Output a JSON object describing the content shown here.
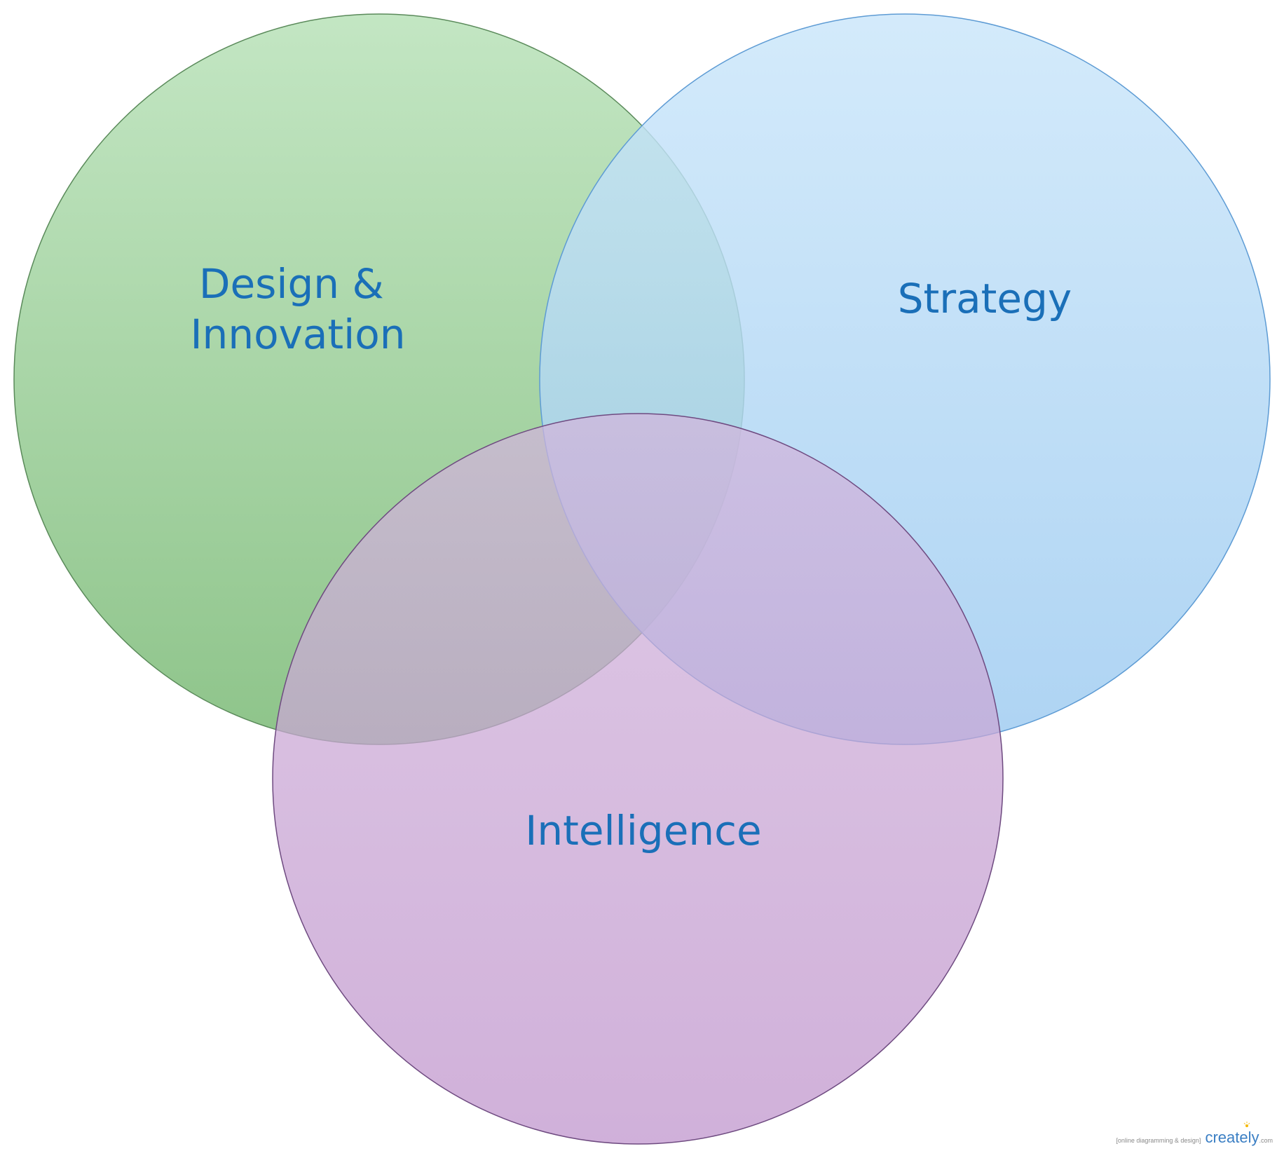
{
  "diagram": {
    "type": "venn",
    "label_color": "#1a6fb8",
    "circles": [
      {
        "id": "design",
        "lines": [
          "Design &",
          "Innovation"
        ],
        "fill_top": "#c3e6c3",
        "fill_bottom": "#8ec48a",
        "stroke": "#5a8a5a"
      },
      {
        "id": "strategy",
        "lines": [
          "Strategy"
        ],
        "fill_top": "#cae6fa",
        "fill_bottom": "#9ccaf0",
        "stroke": "#5d9bd4"
      },
      {
        "id": "intelligence",
        "lines": [
          "Intelligence"
        ],
        "fill_top": "#d2b5dc",
        "fill_bottom": "#be92cb",
        "stroke": "#6e4a80"
      }
    ]
  },
  "watermark": {
    "tagline": "[online diagramming & design]",
    "brand": "creately",
    "brand_domain": ".com",
    "brand_color": "#3b7fc4"
  }
}
